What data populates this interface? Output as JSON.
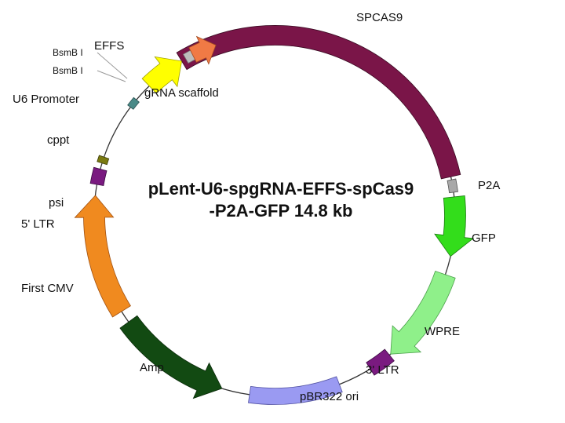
{
  "title_line1": "pLent-U6-spgRNA-EFFS-spCas9",
  "title_line2": "-P2A-GFP 14.8 kb",
  "features": [
    {
      "key": "spcas9",
      "label": "SPCAS9",
      "color": "#7a1548"
    },
    {
      "key": "p2a",
      "label": "P2A",
      "color": "#a8a8a8"
    },
    {
      "key": "gfp",
      "label": "GFP",
      "color": "#33dd1b"
    },
    {
      "key": "wpre",
      "label": "WPRE",
      "color": "#8ff08a"
    },
    {
      "key": "ltr3",
      "label": "3' LTR",
      "color": "#7a1a80"
    },
    {
      "key": "pbr322",
      "label": "pBR322 ori",
      "color": "#9a9af2"
    },
    {
      "key": "amp",
      "label": "Amp",
      "color": "#124a12"
    },
    {
      "key": "cmv",
      "label": "First CMV",
      "color": "#f08a1f"
    },
    {
      "key": "ltr5",
      "label": "5' LTR",
      "color": "#7a1a80"
    },
    {
      "key": "psi",
      "label": "psi",
      "color": "#7a7a10"
    },
    {
      "key": "cppt",
      "label": "cppt",
      "color": "#4a8a88"
    },
    {
      "key": "u6",
      "label": "U6 Promoter",
      "color": "#ffff00"
    },
    {
      "key": "scaffold",
      "label": "gRNA scaffold",
      "color": "#bdbdbd"
    },
    {
      "key": "effs",
      "label": "EFFS",
      "color": "#f07a45"
    }
  ],
  "sites": [
    {
      "key": "bsmb1_a",
      "label": "BsmB I"
    },
    {
      "key": "bsmb1_b",
      "label": "BsmB I"
    }
  ]
}
